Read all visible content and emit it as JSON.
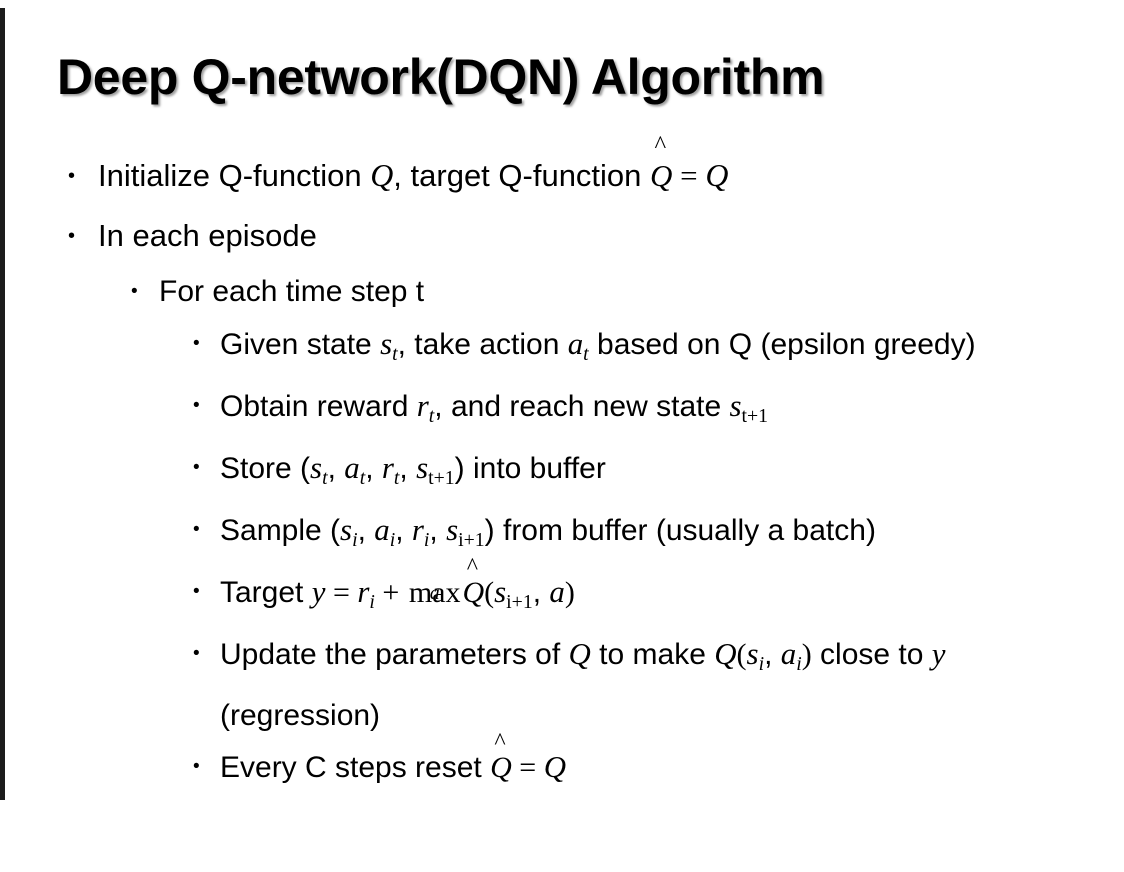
{
  "slide": {
    "title": "Deep Q-network(DQN) Algorithm",
    "background_color": "#ffffff",
    "text_color": "#000000",
    "edge_strip_color": "#1c1c1c",
    "bullet_glyph": "•"
  },
  "content": {
    "b1": {
      "level": 1,
      "text_before": "Initialize Q-function ",
      "var_q1": "Q",
      "text_mid": ", target Q-function ",
      "qhat": "Q",
      "hat": "̂",
      "equals": " = ",
      "var_q2": "Q",
      "plain": "Initialize Q-function Q, target Q-function Q̂ = Q"
    },
    "b2": {
      "level": 1,
      "text": "In each episode"
    },
    "b3": {
      "level": 2,
      "text": "For each time step t"
    },
    "b4": {
      "level": 3,
      "seg1": "Given state ",
      "s": "s",
      "sub_t1": "t",
      "seg2": ", take action ",
      "a": "a",
      "sub_t2": "t",
      "seg3": " based on Q (epsilon greedy)",
      "plain": "Given state sₜ, take action aₜ based on Q (epsilon greedy)"
    },
    "b5": {
      "level": 3,
      "seg1": "Obtain reward ",
      "r": "r",
      "sub_t": "t",
      "seg2": ", and reach new state ",
      "s": "s",
      "sub_t1": "t+1",
      "plain": "Obtain reward rₜ, and reach new state sₜ₊₁"
    },
    "b6": {
      "level": 3,
      "seg1": "Store (",
      "s": "s",
      "sub_t1": "t",
      "c1": ", ",
      "a": "a",
      "sub_t2": "t",
      "c2": ", ",
      "r": "r",
      "sub_t3": "t",
      "c3": ", ",
      "s2": "s",
      "sub_t4": "t+1",
      "seg2": ") into buffer",
      "plain": "Store (sₜ, aₜ, rₜ, sₜ₊₁) into buffer"
    },
    "b7": {
      "level": 3,
      "seg1": "Sample (",
      "s": "s",
      "sub_i1": "i",
      "c1": ", ",
      "a": "a",
      "sub_i2": "i",
      "c2": ", ",
      "r": "r",
      "sub_i3": "i",
      "c3": ", ",
      "s2": "s",
      "sub_i4": "i+1",
      "seg2": ") from buffer (usually a batch)",
      "plain": "Sample (sᵢ, aᵢ, rᵢ, sᵢ₊₁) from buffer (usually a batch)"
    },
    "b8": {
      "level": 3,
      "seg1": "Target ",
      "y": "y",
      "equals": " = ",
      "r": "r",
      "sub_i": "i",
      "plus": " + ",
      "max": "max",
      "max_under": "a",
      "qhat": "Q",
      "hat": "̂",
      "open": "(",
      "s": "s",
      "sub_i1": "i+1",
      "comma": ", ",
      "a": "a",
      "close": ")",
      "plain": "Target y = rᵢ + max_a Q̂(sᵢ₊₁, a)"
    },
    "b9": {
      "level": 3,
      "seg1": "Update the parameters of ",
      "q1": "Q",
      "seg2": " to make ",
      "q2": "Q",
      "open": "(",
      "s": "s",
      "sub_i1": "i",
      "comma": ", ",
      "a": "a",
      "sub_i2": "i",
      "close": ")",
      "seg3": " close to ",
      "y": "y",
      "seg4": " (regression)",
      "plain": "Update the parameters of Q to make Q(sᵢ, aᵢ) close to y (regression)"
    },
    "b10": {
      "level": 3,
      "seg1": "Every C steps reset ",
      "qhat": "Q",
      "hat": "̂",
      "equals": " = ",
      "q": "Q",
      "plain": "Every C steps reset Q̂ = Q"
    }
  }
}
